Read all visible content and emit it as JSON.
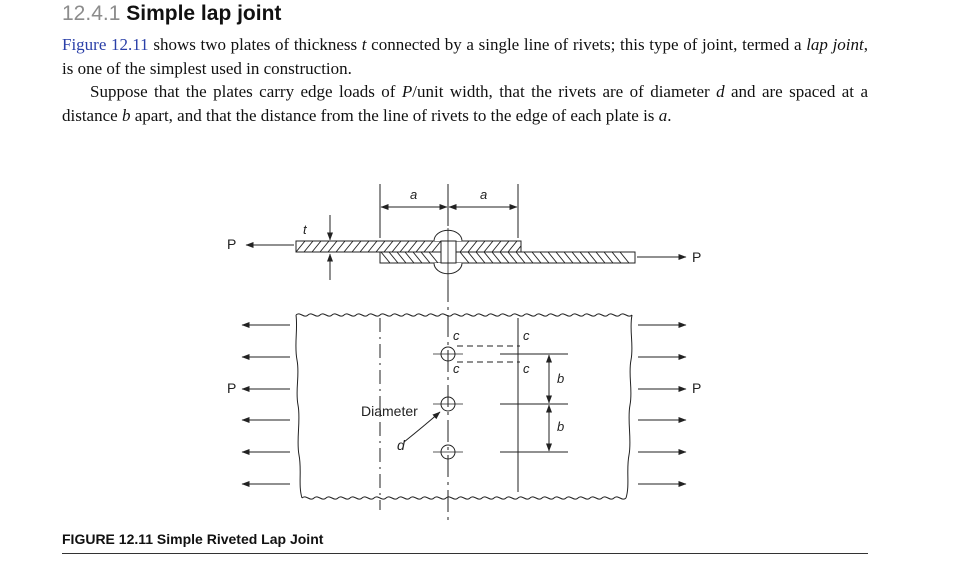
{
  "section": {
    "number": "12.4.1",
    "title": "Simple lap joint"
  },
  "paragraph1": {
    "link": "Figure 12.11",
    "t1": " shows two plates of thickness ",
    "v_t": "t",
    "t2": " connected by a single line of rivets; this type of joint, termed a ",
    "term": "lap joint",
    "t3": ", is one of the simplest used in construction."
  },
  "paragraph2": {
    "t1": "Suppose that the plates carry edge loads of ",
    "v_p": "P",
    "t2": "/unit width, that the rivets are of diameter ",
    "v_d": "d",
    "t3": " and are spaced at a distance ",
    "v_b": "b",
    "t4": " apart, and that the distance from the line of rivets to the edge of each plate is ",
    "v_a": "a",
    "t5": "."
  },
  "figure": {
    "labels": {
      "P_top_left": "P",
      "P_top_right": "P",
      "P_mid_left": "P",
      "P_mid_right": "P",
      "t": "t",
      "a_left": "a",
      "a_right": "a",
      "c1": "c",
      "c2": "c",
      "c3": "c",
      "c4": "c",
      "b1": "b",
      "b2": "b",
      "diameter": "Diameter",
      "d": "d"
    },
    "caption": "FIGURE 12.11 Simple Riveted Lap Joint"
  }
}
